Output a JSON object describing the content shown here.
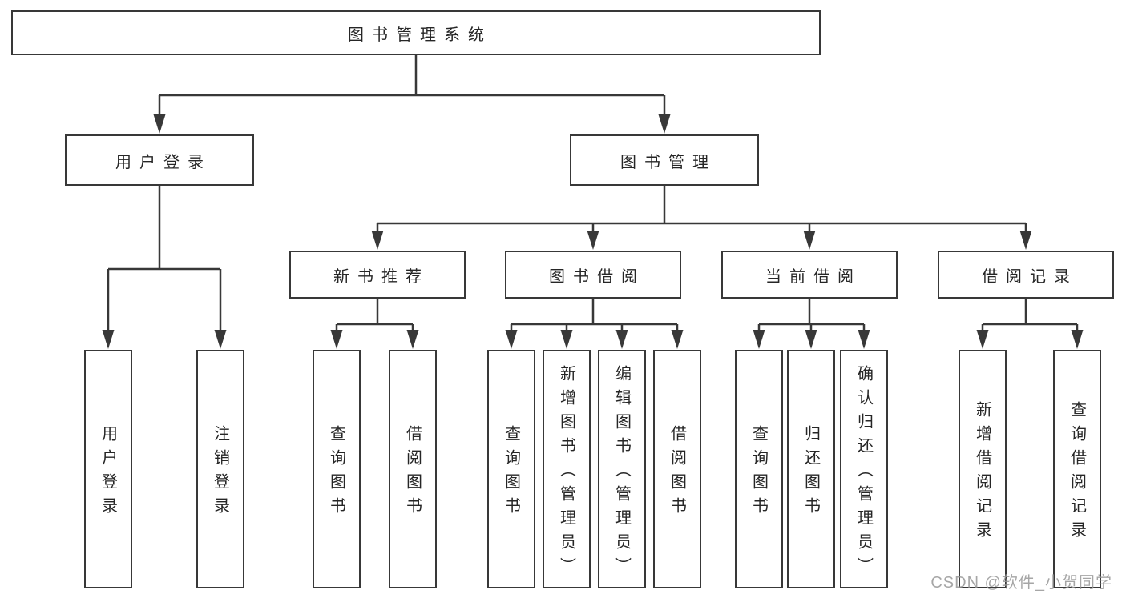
{
  "diagram": {
    "title": "图书管理系统",
    "type": "hierarchy-tree",
    "colors": {
      "line": "#383838",
      "box_border": "#383838",
      "text": "#262626",
      "watermark": "#969696",
      "background": "#ffffff"
    },
    "tree": {
      "label": "图书管理系统",
      "children": [
        {
          "label": "用户登录",
          "children": [
            {
              "label": "用户登录"
            },
            {
              "label": "注销登录"
            }
          ]
        },
        {
          "label": "图书管理",
          "children": [
            {
              "label": "新书推荐",
              "children": [
                {
                  "label": "查询图书"
                },
                {
                  "label": "借阅图书"
                }
              ]
            },
            {
              "label": "图书借阅",
              "children": [
                {
                  "label": "查询图书"
                },
                {
                  "label": "新增图书（管理员）"
                },
                {
                  "label": "编辑图书（管理员）"
                },
                {
                  "label": "借阅图书"
                }
              ]
            },
            {
              "label": "当前借阅",
              "children": [
                {
                  "label": "查询图书"
                },
                {
                  "label": "归还图书"
                },
                {
                  "label": "确认归还（管理员）"
                }
              ]
            },
            {
              "label": "借阅记录",
              "children": [
                {
                  "label": "新增借阅记录"
                },
                {
                  "label": "查询借阅记录"
                }
              ]
            }
          ]
        }
      ]
    },
    "watermark": {
      "text": "CSDN @软件_小贺同学"
    }
  }
}
